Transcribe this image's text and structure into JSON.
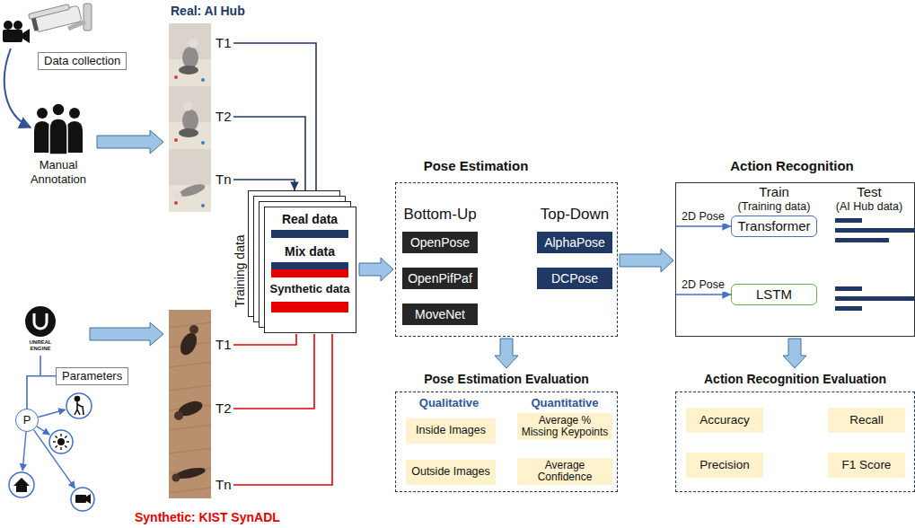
{
  "diagram": {
    "nodes": [
      {
        "text": [
          "Data collection"
        ]
      },
      {
        "text": [
          "T1"
        ]
      },
      {
        "text": [
          "T2"
        ]
      },
      {
        "text": [
          "Tn"
        ]
      },
      {
        "text": [
          "Training data",
          "Real data",
          "Mix data",
          "Synthetic data"
        ]
      },
      {
        "text": [
          "Pose Estimation",
          "Bottom-Up",
          "Top-Down"
        ]
      },
      {
        "text": [
          "OpenPose"
        ],
        "in": 5
      },
      {
        "text": [
          "OpenPifPaf"
        ],
        "in": 5
      },
      {
        "text": [
          "MoveNet"
        ],
        "in": 5
      },
      {
        "text": [
          "AlphaPose"
        ],
        "in": 5
      },
      {
        "text": [
          "DCPose"
        ],
        "in": 5
      },
      {
        "text": [
          "Action Recognition",
          "Train",
          "(Training data)",
          "Test",
          "(AI Hub data)"
        ]
      },
      {
        "text": [
          "Transformer"
        ],
        "in": 11
      },
      {
        "text": [
          "LSTM"
        ],
        "in": 11
      },
      {
        "text": [
          "Parameters"
        ]
      },
      {
        "text": [
          "P"
        ]
      },
      {
        "text": [
          "T1"
        ]
      },
      {
        "text": [
          "T2"
        ]
      },
      {
        "text": [
          "Tn"
        ]
      },
      {
        "text": [
          "Pose Estimation Evaluation",
          "Qualitative",
          "Quantitative"
        ]
      },
      {
        "text": [
          "Inside Images"
        ],
        "in": 19
      },
      {
        "text": [
          "Average % Missing Keypoints"
        ],
        "in": 19
      },
      {
        "text": [
          "Outside Images"
        ],
        "in": 19
      },
      {
        "text": [
          "Average Confidence"
        ],
        "in": 19
      },
      {
        "text": [
          "Action Recognition Evaluation"
        ]
      },
      {
        "text": [
          "Accuracy"
        ],
        "in": 24
      },
      {
        "text": [
          "Recall"
        ],
        "in": 24
      },
      {
        "text": [
          "Precision"
        ],
        "in": 24
      },
      {
        "text": [
          "F1 Score"
        ],
        "in": 24
      }
    ],
    "edges": [
      {
        "from": 1,
        "to": 4,
        "arrow": "none"
      },
      {
        "from": 2,
        "to": 4,
        "arrow": "none"
      },
      {
        "from": 3,
        "to": 4,
        "arrow": "to"
      },
      {
        "from": 16,
        "to": 4,
        "arrow": "none"
      },
      {
        "from": 17,
        "to": 4,
        "arrow": "none"
      },
      {
        "from": 18,
        "to": 4,
        "arrow": "none"
      },
      {
        "from": 4,
        "to": 5,
        "arrow": "to"
      },
      {
        "from": 5,
        "to": 11,
        "arrow": "to"
      },
      {
        "from": 5,
        "to": 19,
        "arrow": "to"
      },
      {
        "from": 11,
        "to": 24,
        "arrow": "to"
      },
      {
        "from": 11,
        "to": 12,
        "label": "2D Pose",
        "arrow": "to"
      },
      {
        "from": 11,
        "to": 13,
        "label": "2D Pose",
        "arrow": "to"
      },
      {
        "from": 15,
        "to": 14,
        "arrow": "none"
      }
    ],
    "labels": [
      "Real: AI Hub",
      "Manual Annotation",
      "UNREAL ENGINE",
      "Synthetic: KIST SynADL"
    ]
  }
}
